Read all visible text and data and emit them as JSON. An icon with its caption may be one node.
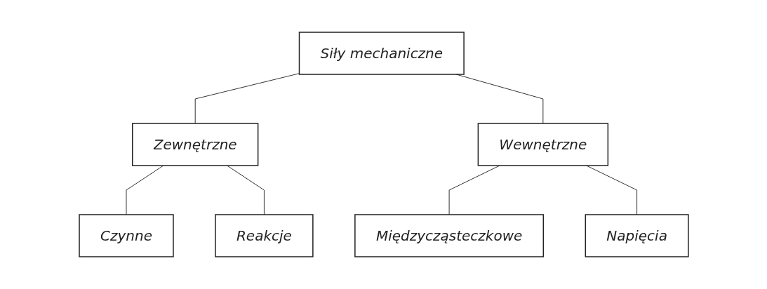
{
  "diagram": {
    "nodes": [
      {
        "text": [
          "Siły mechaniczne"
        ]
      },
      {
        "text": [
          "Zewnętrzne"
        ]
      },
      {
        "text": [
          "Wewnętrzne"
        ]
      },
      {
        "text": [
          "Czynne"
        ]
      },
      {
        "text": [
          "Reakcje"
        ]
      },
      {
        "text": [
          "Międzycząsteczkowe"
        ]
      },
      {
        "text": [
          "Napięcia"
        ]
      }
    ],
    "edges": [
      {
        "from": 0,
        "to": 1,
        "arrow": "none"
      },
      {
        "from": 0,
        "to": 2,
        "arrow": "none"
      },
      {
        "from": 1,
        "to": 3,
        "arrow": "none"
      },
      {
        "from": 1,
        "to": 4,
        "arrow": "none"
      },
      {
        "from": 2,
        "to": 5,
        "arrow": "none"
      },
      {
        "from": 2,
        "to": 6,
        "arrow": "none"
      }
    ]
  }
}
